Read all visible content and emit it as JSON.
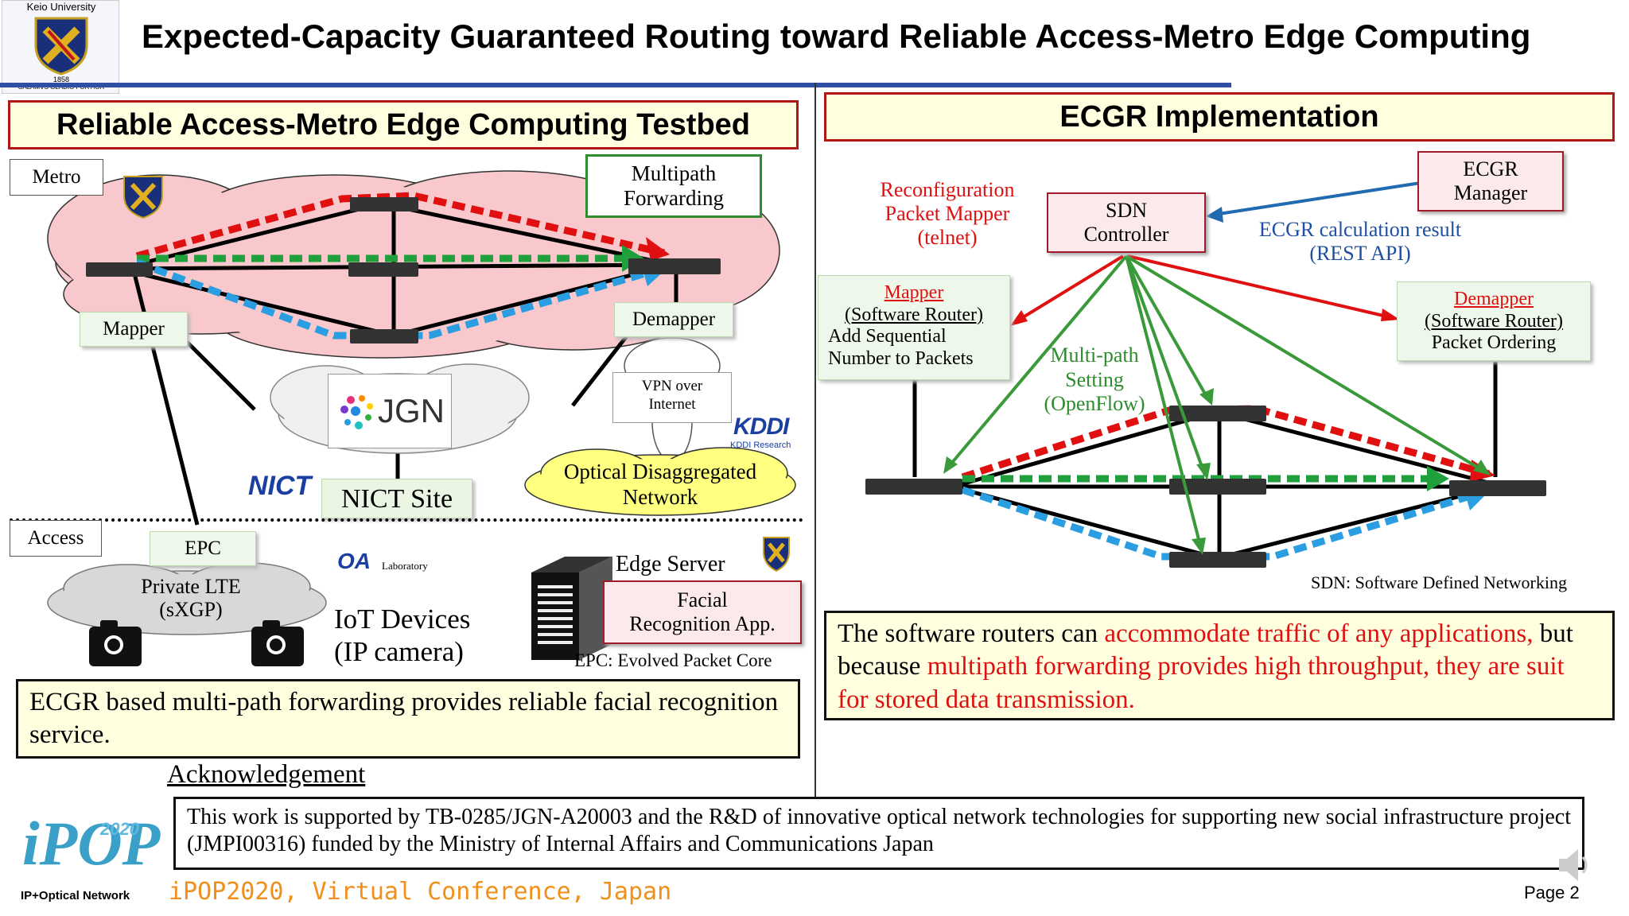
{
  "header": {
    "title": "Expected-Capacity Guaranteed Routing toward Reliable Access-Metro Edge Computing",
    "univ_logo_text": "Keio University",
    "univ_logo_year": "1858",
    "univ_logo_motto": "CALAMVS GLADIO FORTIOR"
  },
  "left": {
    "panel_title": "Reliable Access-Metro Edge Computing Testbed",
    "metro_label": "Metro",
    "access_label": "Access",
    "multipath_label_line1": "Multipath",
    "multipath_label_line2": "Forwarding",
    "mapper_label": "Mapper",
    "demapper_label": "Demapper",
    "jgn_label": "JGN",
    "nict_logo": "NICT",
    "nict_site_label": "NICT Site",
    "vpn_line1": "VPN over",
    "vpn_line2": "Internet",
    "kddi_logo": "KDDI",
    "kddi_research": "KDDI Research",
    "optical_line1": "Optical Disaggregated",
    "optical_line2": "Network",
    "epc_label": "EPC",
    "oa_logo": "OA",
    "oa_lab": "Laboratory",
    "lte_line1": "Private LTE",
    "lte_line2": "(sXGP)",
    "iot_line1": "IoT Devices",
    "iot_line2": "(IP camera)",
    "edge_server_label": "Edge Server",
    "facial_line1": "Facial",
    "facial_line2": "Recognition App.",
    "epc_def": "EPC: Evolved Packet Core",
    "note": "ECGR based multi-path forwarding provides reliable facial recognition service."
  },
  "right": {
    "panel_title": "ECGR Implementation",
    "reconf_line1": "Reconfiguration",
    "reconf_line2": "Packet Mapper",
    "reconf_line3": "(telnet)",
    "sdn_line1": "SDN",
    "sdn_line2": "Controller",
    "ecgr_mgr_line1": "ECGR",
    "ecgr_mgr_line2": "Manager",
    "calc_line1": "ECGR calculation result",
    "calc_line2": "(REST API)",
    "mapper_title": "Mapper",
    "mapper_sub": "(Software Router)",
    "mapper_desc1": "Add Sequential",
    "mapper_desc2": "Number to Packets",
    "demapper_title": "Demapper",
    "demapper_sub": "(Software Router)",
    "demapper_desc": "Packet Ordering",
    "mp_line1": "Multi-path",
    "mp_line2": "Setting",
    "mp_line3": "(OpenFlow)",
    "sdn_def": "SDN: Software Defined Networking",
    "note_part1": "The software routers can ",
    "note_part2": "accommodate traffic of any applications,",
    "note_part3": " but because ",
    "note_part4": "multipath forwarding provides high throughput, they are suit for stored data transmission."
  },
  "footer": {
    "ack_title": "Acknowledgement",
    "ack_text": "This work is supported by TB-0285/JGN-A20003 and the R&D of innovative optical network technologies for supporting new social infrastructure project (JMPI00316) funded by the Ministry of Internal Affairs and Communications Japan",
    "ipop_logo": "iPOP",
    "ipop_year": "2020",
    "ipop_sub": "IP+Optical Network",
    "conference": "iPOP2020, Virtual Conference, Japan",
    "page": "Page 2"
  },
  "colors": {
    "red_path": "#e01010",
    "green_path": "#1fa03c",
    "blue_path": "#2a9ee0",
    "header_blue": "#2e4fa3",
    "panel_border": "#b01818",
    "openflow_green": "#3a9a3a"
  }
}
